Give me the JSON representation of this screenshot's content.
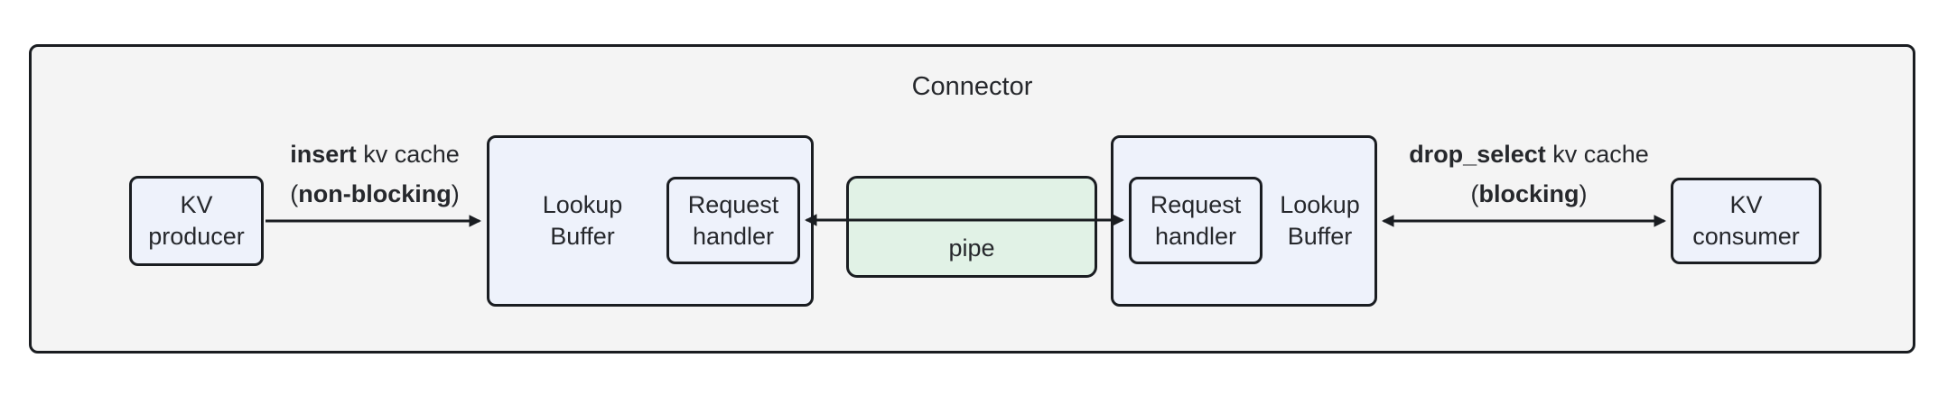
{
  "connector": {
    "title": "Connector"
  },
  "nodes": {
    "kv_producer": {
      "line1": "KV",
      "line2": "producer"
    },
    "lookup_buffer_left": {
      "line1": "Lookup",
      "line2": "Buffer"
    },
    "request_handler_left": {
      "line1": "Request",
      "line2": "handler"
    },
    "pipe": {
      "label": "pipe"
    },
    "request_handler_right": {
      "line1": "Request",
      "line2": "handler"
    },
    "lookup_buffer_right": {
      "line1": "Lookup",
      "line2": "Buffer"
    },
    "kv_consumer": {
      "line1": "KV",
      "line2": "consumer"
    }
  },
  "edges": {
    "insert": {
      "verb": "insert",
      "object": " kv cache",
      "paren_open": "(",
      "mode": "non-blocking",
      "paren_close": ")"
    },
    "drop_select": {
      "verb": "drop_select",
      "object": " kv cache",
      "paren_open": "(",
      "mode": "blocking",
      "paren_close": ")"
    }
  },
  "colors": {
    "frame_fill": "#f4f4f4",
    "node_fill": "#eef2fb",
    "pipe_fill": "#e1f2e6",
    "stroke": "#1a1d21",
    "text": "#26282c"
  }
}
